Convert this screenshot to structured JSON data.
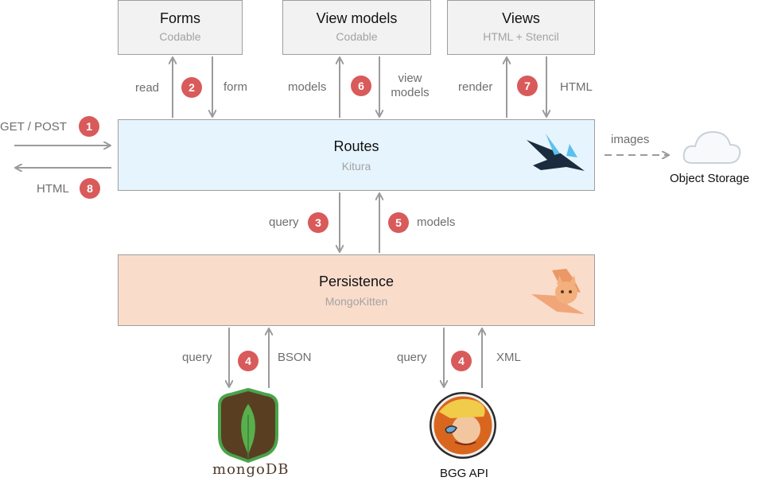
{
  "boxes": {
    "forms": {
      "title": "Forms",
      "subtitle": "Codable"
    },
    "view_models": {
      "title": "View models",
      "subtitle": "Codable"
    },
    "views": {
      "title": "Views",
      "subtitle": "HTML + Stencil"
    },
    "routes": {
      "title": "Routes",
      "subtitle": "Kitura"
    },
    "persistence": {
      "title": "Persistence",
      "subtitle": "MongoKitten"
    }
  },
  "labels": {
    "read": "read",
    "form": "form",
    "models_top": "models",
    "view_models_line1": "view",
    "view_models_line2": "models",
    "render": "render",
    "html_top": "HTML",
    "get_post": "GET / POST",
    "html_left": "HTML",
    "images": "images",
    "query_routes": "query",
    "models_routes": "models",
    "query_mongo": "query",
    "bson": "BSON",
    "query_bgg": "query",
    "xml": "XML"
  },
  "badges": {
    "b1": "1",
    "b2": "2",
    "b3": "3",
    "b4a": "4",
    "b4b": "4",
    "b5": "5",
    "b6": "6",
    "b7": "7",
    "b8": "8"
  },
  "captions": {
    "object_storage": "Object Storage",
    "bgg_api": "BGG API"
  },
  "logos": {
    "mongodb_wordmark": "mongoDB"
  },
  "colors": {
    "badge": "#d95a5a",
    "routes_fill": "#e6f4fd",
    "persistence_fill": "#fadccb",
    "box_fill": "#f2f2f2",
    "arrow": "#9b9b9b"
  }
}
